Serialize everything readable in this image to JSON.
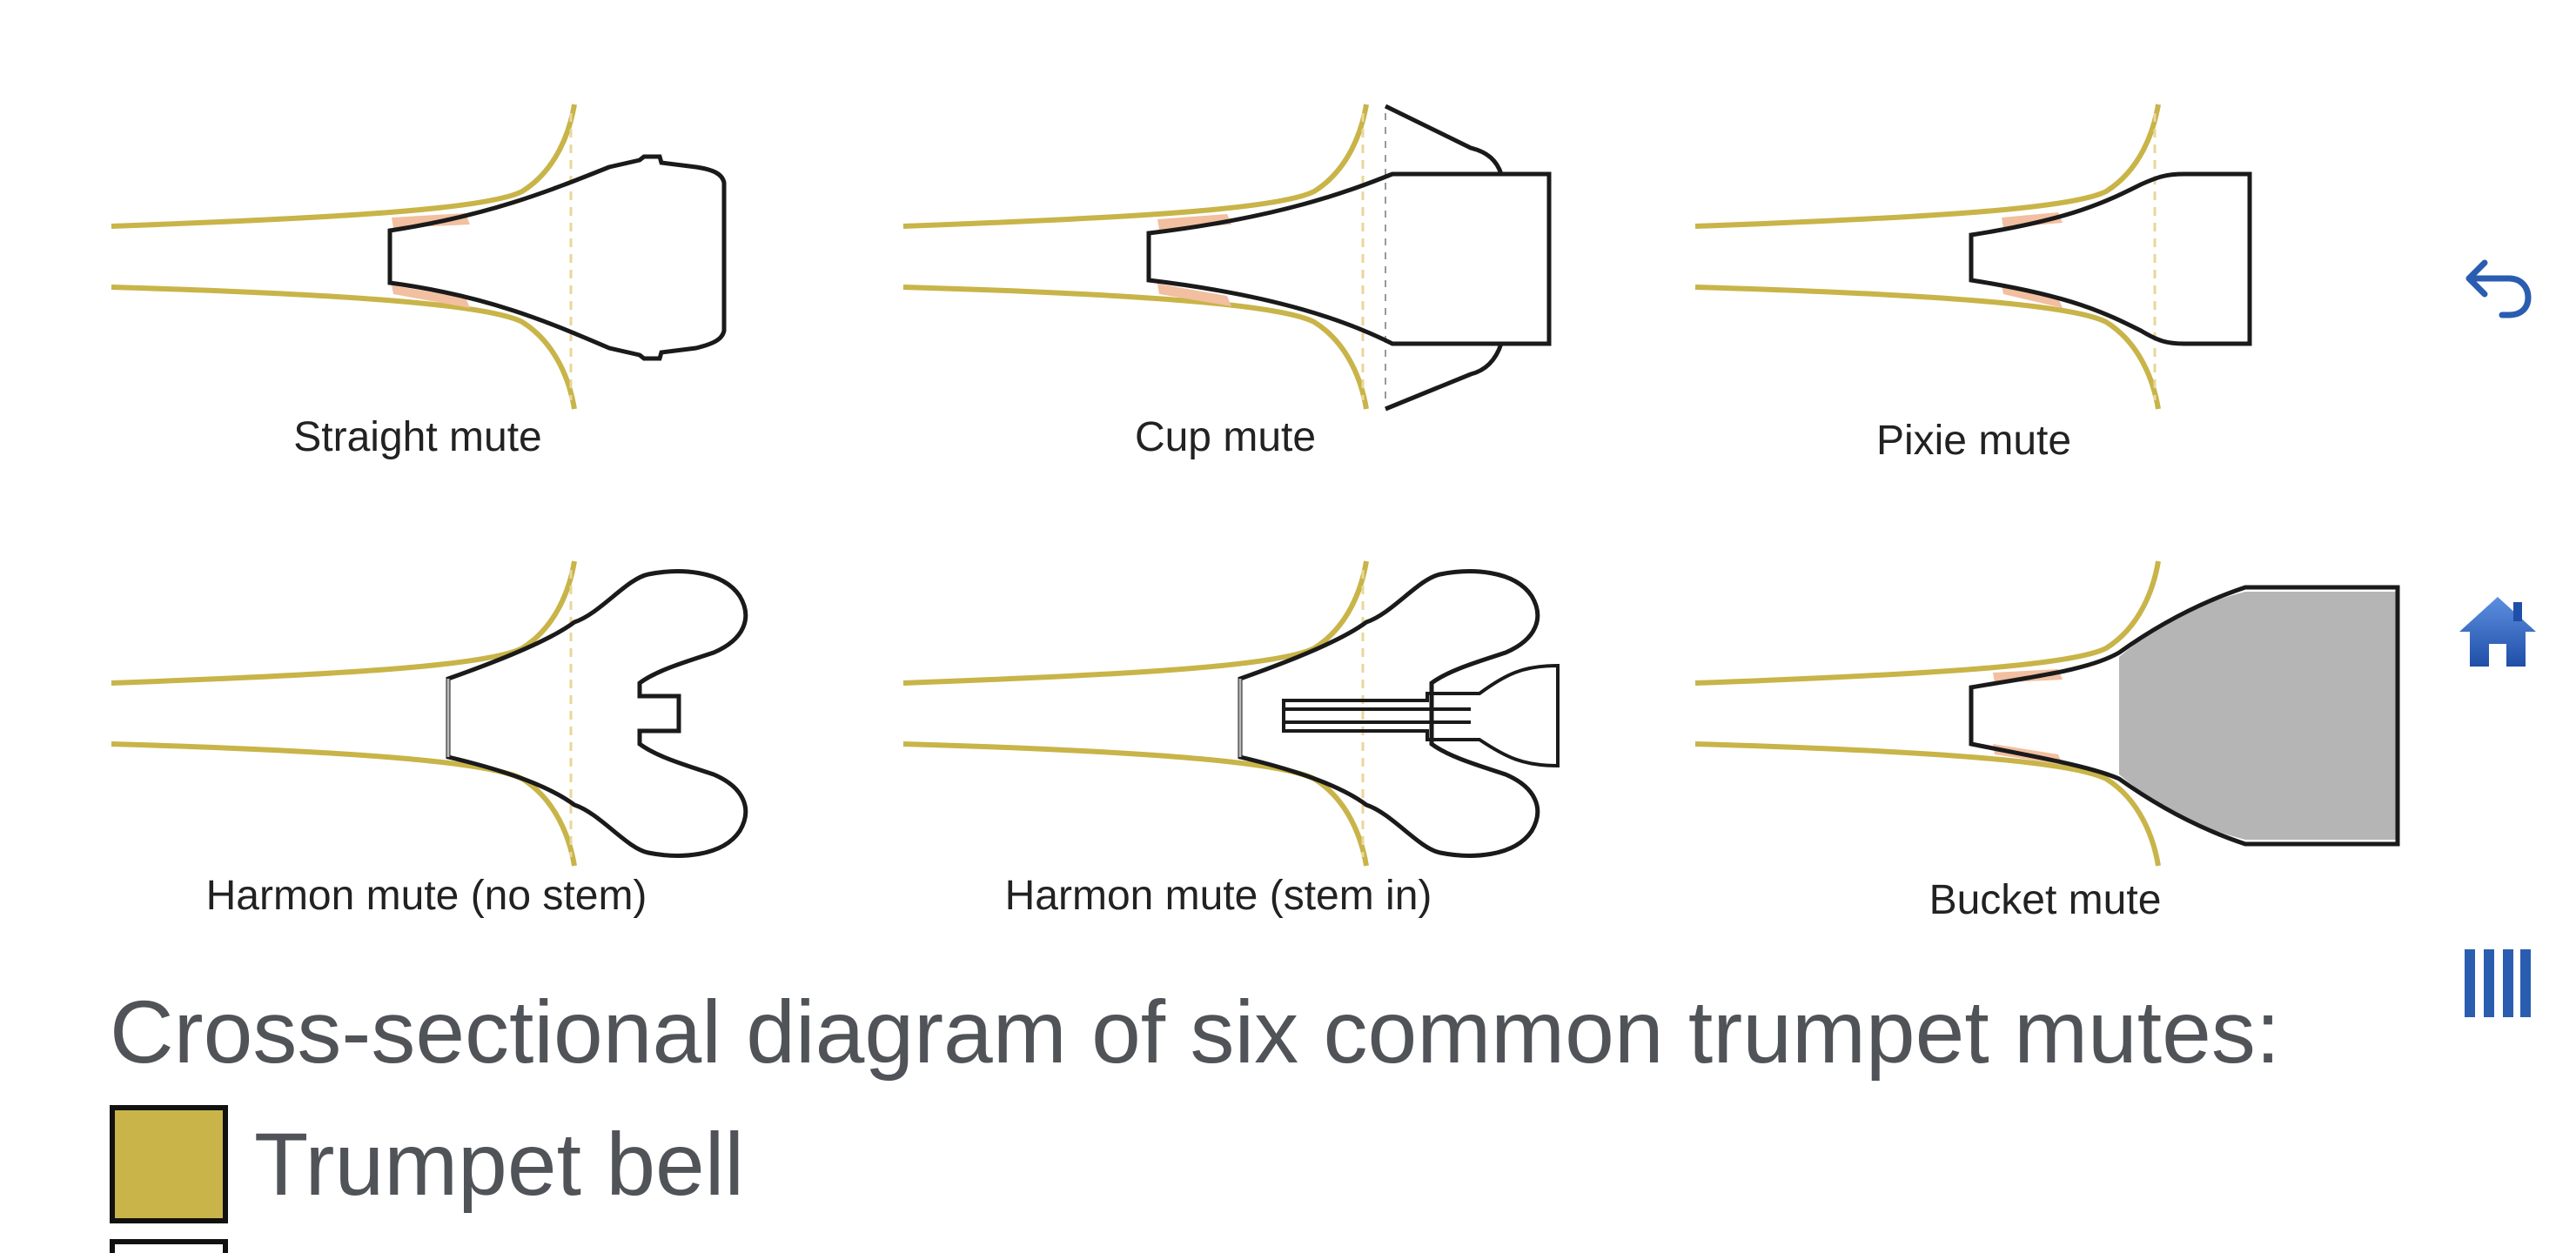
{
  "diagram": {
    "colors": {
      "bell": "#C8B448",
      "outline": "#1a1a1a",
      "cork": "#F2BFA0",
      "bucket_fill": "#B5B5B5",
      "guide": "#E8D79A"
    },
    "mutes": [
      {
        "id": "straight",
        "label": "Straight mute"
      },
      {
        "id": "cup",
        "label": "Cup mute"
      },
      {
        "id": "pixie",
        "label": "Pixie mute"
      },
      {
        "id": "harmon-no-stem",
        "label": "Harmon mute (no stem)"
      },
      {
        "id": "harmon-stem-in",
        "label": "Harmon mute (stem in)"
      },
      {
        "id": "bucket",
        "label": "Bucket mute"
      }
    ]
  },
  "caption": "Cross-sectional diagram of six common trumpet mutes:",
  "legend": [
    {
      "label": "Trumpet bell",
      "color": "#C8B448"
    }
  ],
  "nav": {
    "icons": [
      "undo-icon",
      "home-icon",
      "menu-bars-icon"
    ],
    "color": "#2a5db0"
  }
}
